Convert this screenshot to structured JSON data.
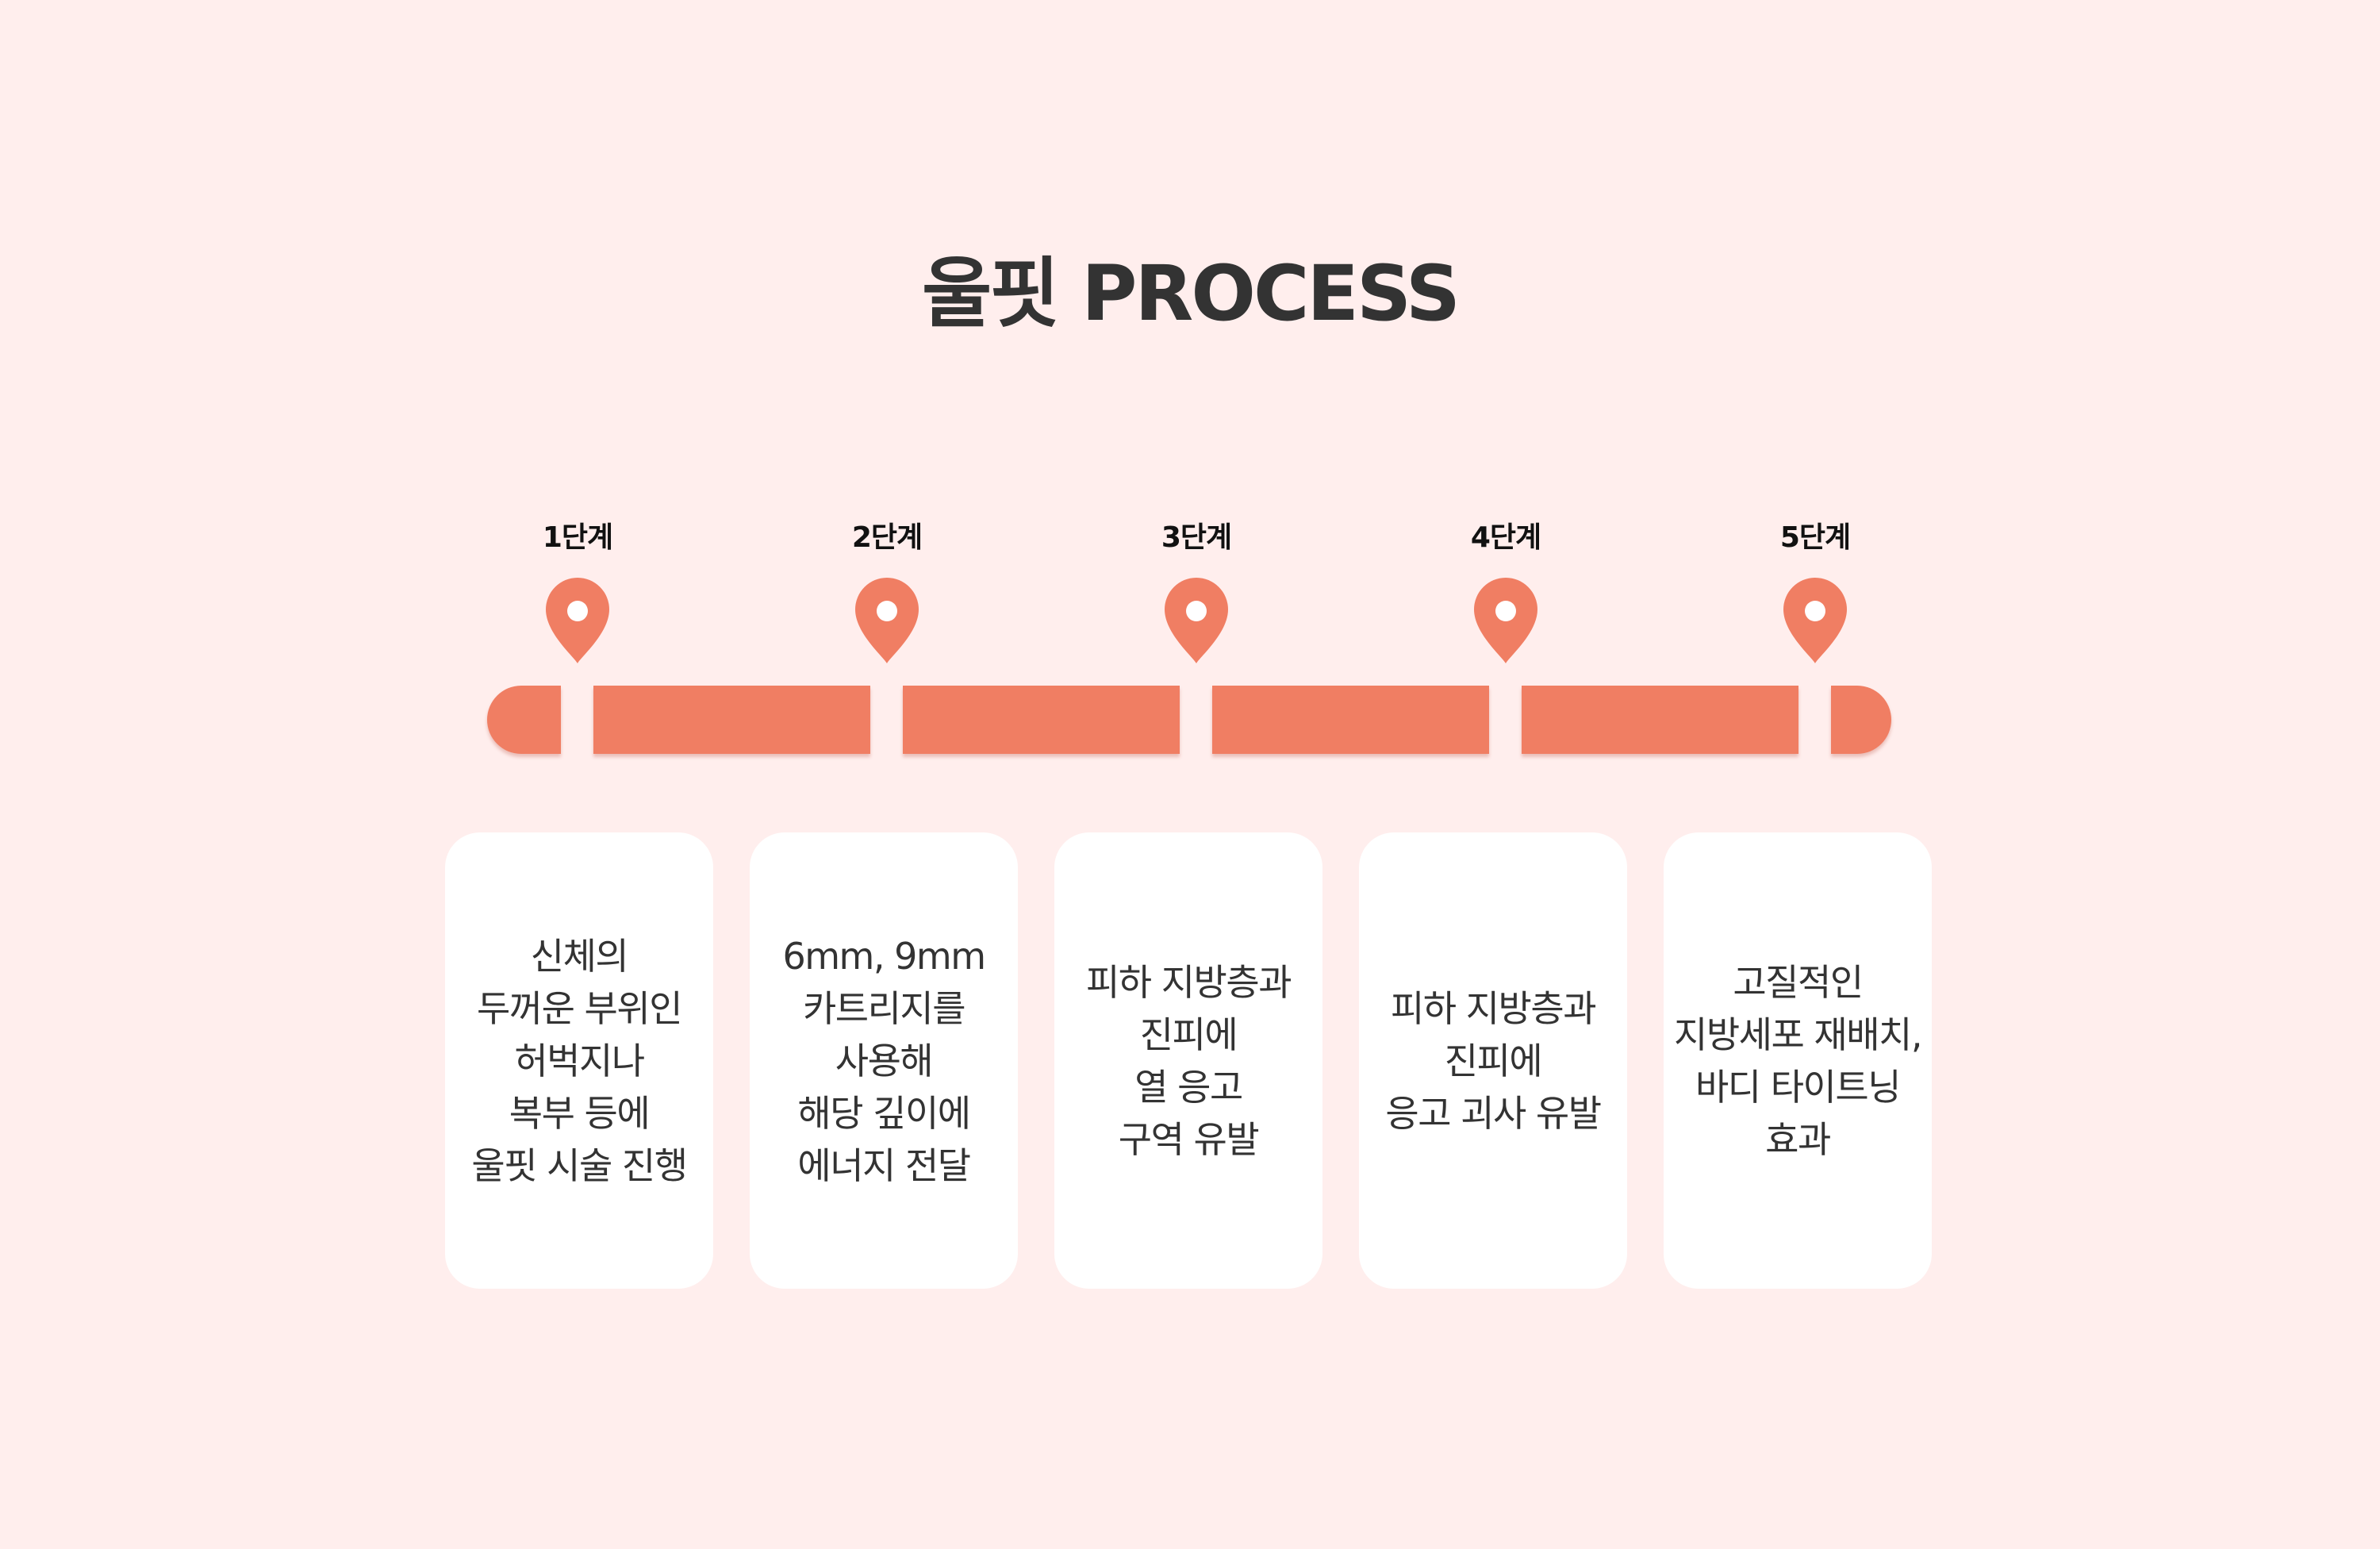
{
  "title": "울핏 PROCESS",
  "colors": {
    "background": "#ffeeed",
    "accent": "#f07e63",
    "card": "#ffffff",
    "text": "#333333"
  },
  "steps": [
    {
      "label": "1단계",
      "icon": "location-pin-icon",
      "lines": [
        "신체의",
        "두꺼운 부위인",
        "허벅지나",
        "복부 등에",
        "울핏 시술 진행"
      ]
    },
    {
      "label": "2단계",
      "icon": "location-pin-icon",
      "lines": [
        "6mm, 9mm",
        "카트리지를",
        "사용해",
        "해당 깊이에",
        "에너지 전달"
      ]
    },
    {
      "label": "3단계",
      "icon": "location-pin-icon",
      "lines": [
        "피하 지방층과",
        "진피에",
        "열 응고",
        "구역 유발"
      ]
    },
    {
      "label": "4단계",
      "icon": "location-pin-icon",
      "lines": [
        "피하 지방층과",
        "진피에",
        "응고 괴사 유발"
      ]
    },
    {
      "label": "5단계",
      "icon": "location-pin-icon",
      "lines": [
        "고질적인",
        "지방세포 재배치,",
        "바디 타이트닝",
        "효과"
      ]
    }
  ]
}
